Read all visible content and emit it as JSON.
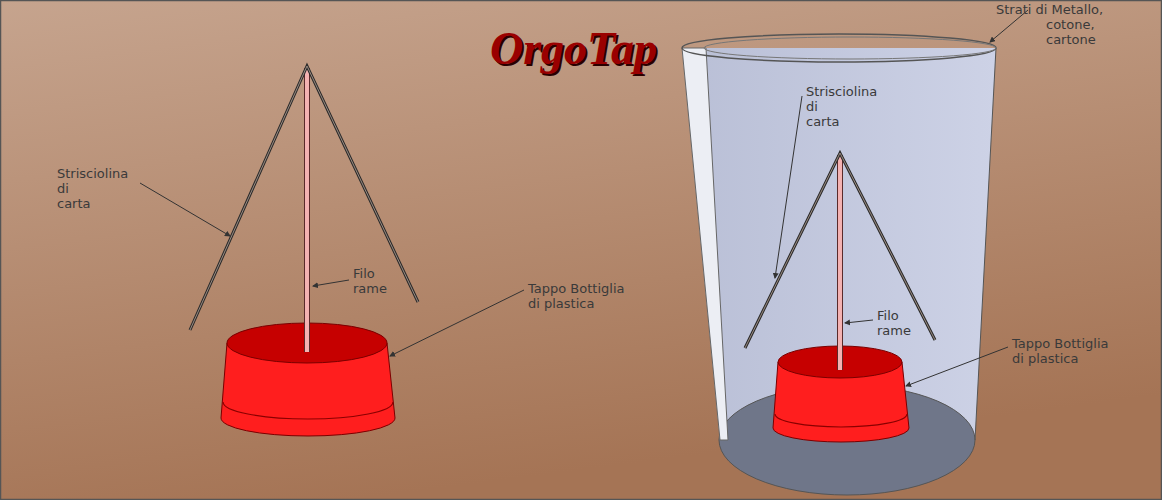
{
  "diagram": {
    "title": "OrgoTap",
    "labels": [
      "Strisciolina di carta",
      "Filo rame",
      "Tappo Bottiglia di plastica",
      "Strati di Metallo, cotone, cartone",
      "Strisciolina di carta",
      "Filo rame",
      "Tappo Bottiglia di plastica"
    ]
  }
}
